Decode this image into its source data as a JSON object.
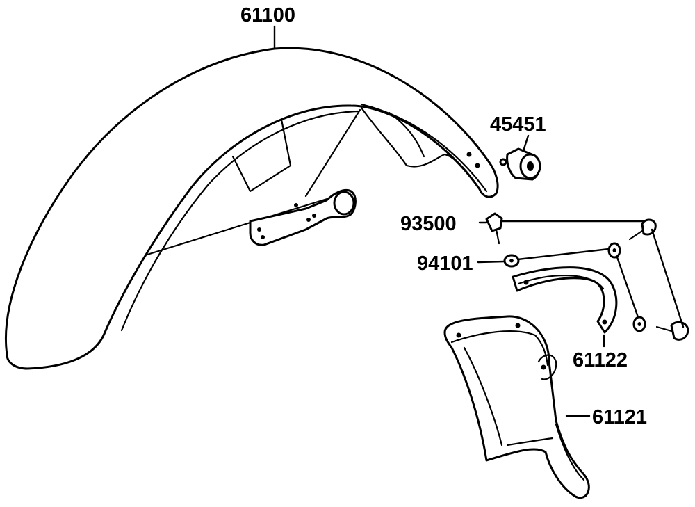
{
  "labels": {
    "front_fender": "61100",
    "grommet": "45451",
    "bolt": "93500",
    "washer": "94101",
    "bracket": "61122",
    "mud_flap": "61121"
  }
}
